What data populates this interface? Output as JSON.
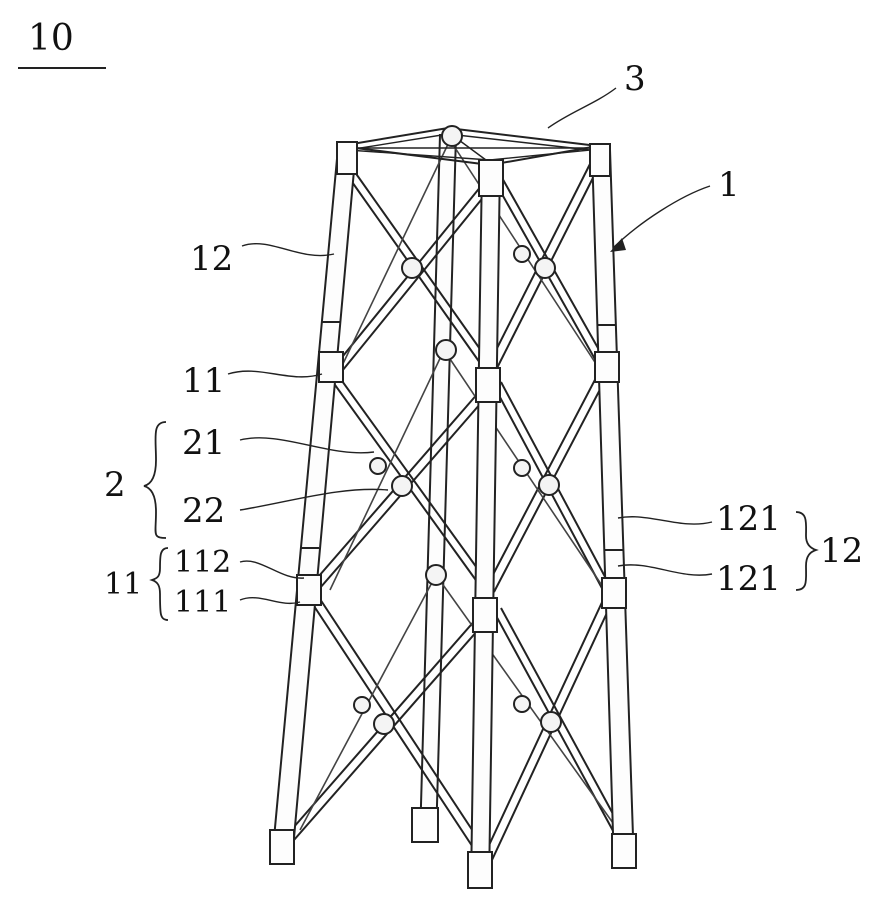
{
  "figure": {
    "number": "10"
  },
  "labels": {
    "top_frame": "3",
    "structure": "1",
    "leg_upper_left": "12",
    "node_upper_left": "11",
    "brace_group": "2",
    "brace_first": "21",
    "brace_second": "22",
    "leg_segment_upper": "121",
    "leg_segment_lower": "121",
    "leg_group_right": "12",
    "node_group_left": "11",
    "node_part_upper": "112",
    "node_part_lower": "111"
  }
}
